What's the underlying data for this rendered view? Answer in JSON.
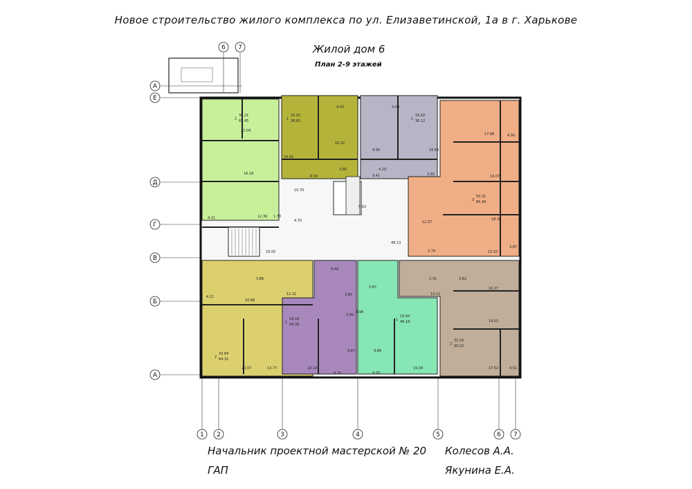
{
  "header": {
    "title": "Новое строительство жилого комплекса по ул. Елизаветинской, 1а в г. Харькове",
    "building": "Жилой дом 6",
    "plan": "План 2-9 этажей"
  },
  "footer": {
    "role1": "Начальник проектной мастерской № 20",
    "name1": "Колесов А.А.",
    "role2": "ГАП",
    "name2": "Якунина Е.А."
  },
  "axes": {
    "rows": [
      "А",
      "Е",
      "Д",
      "Г",
      "В",
      "Б",
      "А"
    ],
    "cols": [
      "1",
      "2",
      "3",
      "4",
      "5",
      "6",
      "7"
    ],
    "top_cols": [
      "6",
      "7"
    ]
  },
  "apartments": [
    {
      "rooms": "2",
      "living": "38.21",
      "total": "69.45",
      "color": "#c8f09a"
    },
    {
      "rooms": "1",
      "living": "16.01",
      "total": "38.62",
      "color": "#b4b43a"
    },
    {
      "rooms": "1",
      "living": "16.62",
      "total": "36.12",
      "color": "#b8b4c6"
    },
    {
      "rooms": "3",
      "living": "50.31",
      "total": "85.94",
      "color": "#f0ae86"
    },
    {
      "rooms": "2",
      "living": "33.84",
      "total": "64.31",
      "color": "#dcd06e"
    },
    {
      "rooms": "1",
      "living": "18.18",
      "total": "44.39",
      "color": "#a888bc"
    },
    {
      "rooms": "1",
      "living": "19.94",
      "total": "46.18",
      "color": "#86e6b4"
    },
    {
      "rooms": "2",
      "living": "32.25",
      "total": "65.02",
      "color": "#c0ae9a"
    }
  ],
  "room_areas": [
    "22.04",
    "16.18",
    "4.21",
    "12.36",
    "1.70",
    "4.70",
    "16.00",
    "10.70",
    "16.01",
    "6.59",
    "3.80",
    "10.22",
    "4.00",
    "9.90",
    "3.41",
    "4.29",
    "4.00",
    "16.62",
    "3.92",
    "5.02",
    "48.13",
    "17.88",
    "4.90",
    "14.07",
    "12.57",
    "18.36",
    "2.79",
    "13.10",
    "3.87",
    "3.86",
    "4.21",
    "10.68",
    "12.31",
    "8.49",
    "3.87",
    "3.80",
    "2.00",
    "4.98",
    "9.87",
    "9.86",
    "2.31",
    "3.82",
    "14.11",
    "16.27",
    "14.51",
    "17.52",
    "4.51",
    "20.07",
    "13.77",
    "18.18",
    "4.20",
    "4.00",
    "19.94"
  ]
}
